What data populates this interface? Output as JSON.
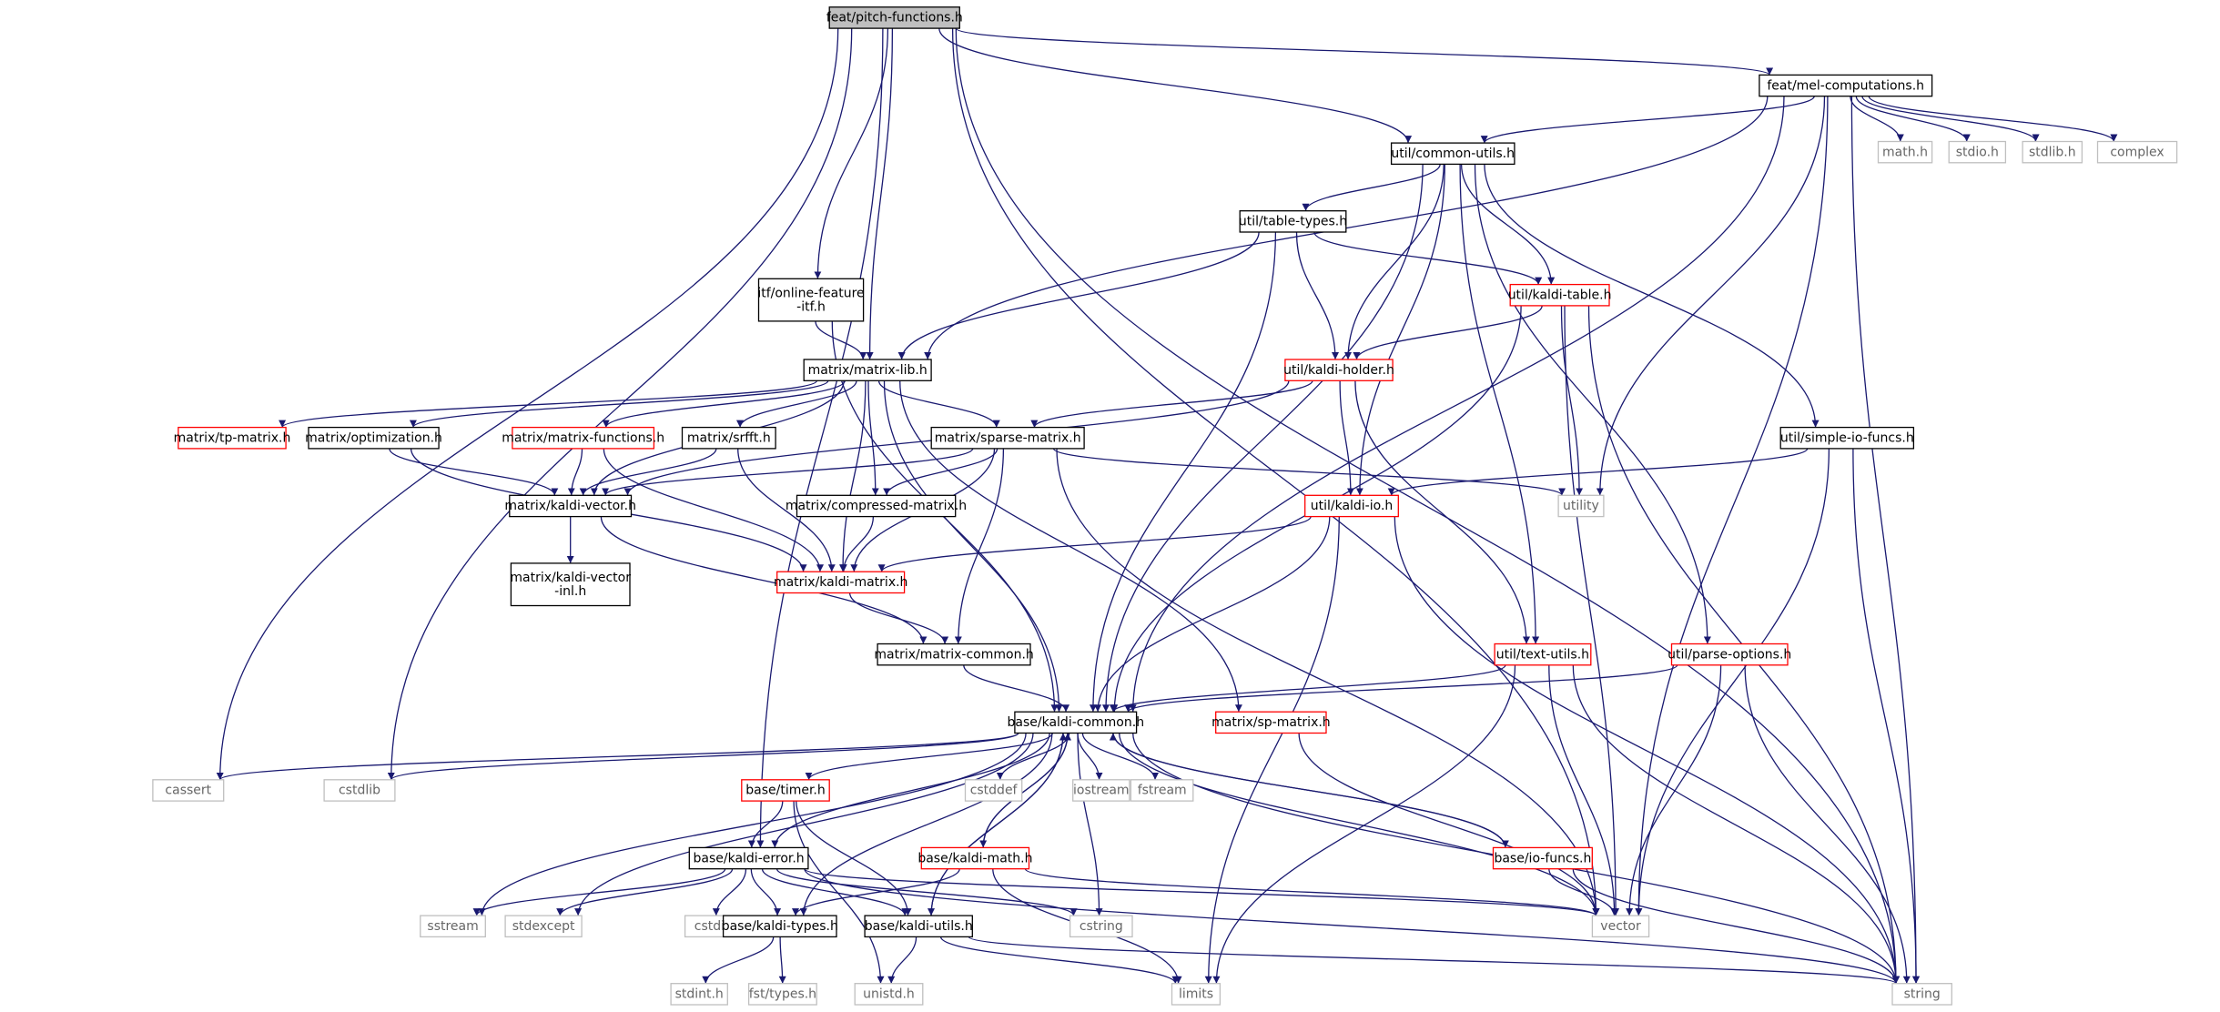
{
  "colors": {
    "edge": "#191970",
    "root_fill": "#bfbfbf",
    "black_border": "#000000",
    "red_border": "#ff0000",
    "gray_border": "#bfbfbf",
    "gray_text": "#666666"
  },
  "nodes": [
    {
      "id": "n0",
      "label": [
        "feat/pitch-functions.h"
      ],
      "kind": "root"
    },
    {
      "id": "n1",
      "label": [
        "feat/mel-computations.h"
      ],
      "kind": "black"
    },
    {
      "id": "n2",
      "label": [
        "util/common-utils.h"
      ],
      "kind": "black"
    },
    {
      "id": "n3",
      "label": [
        "itf/online-feature",
        "-itf.h"
      ],
      "kind": "black"
    },
    {
      "id": "n4",
      "label": [
        "matrix/matrix-lib.h"
      ],
      "kind": "black"
    },
    {
      "id": "n5",
      "label": [
        "math.h"
      ],
      "kind": "gray"
    },
    {
      "id": "n6",
      "label": [
        "stdio.h"
      ],
      "kind": "gray"
    },
    {
      "id": "n7",
      "label": [
        "stdlib.h"
      ],
      "kind": "gray"
    },
    {
      "id": "n8",
      "label": [
        "complex"
      ],
      "kind": "gray"
    },
    {
      "id": "n9",
      "label": [
        "util/table-types.h"
      ],
      "kind": "black"
    },
    {
      "id": "n10",
      "label": [
        "util/kaldi-table.h"
      ],
      "kind": "red"
    },
    {
      "id": "n11",
      "label": [
        "util/kaldi-holder.h"
      ],
      "kind": "red"
    },
    {
      "id": "n12",
      "label": [
        "util/simple-io-funcs.h"
      ],
      "kind": "black"
    },
    {
      "id": "n13",
      "label": [
        "matrix/tp-matrix.h"
      ],
      "kind": "red"
    },
    {
      "id": "n14",
      "label": [
        "matrix/optimization.h"
      ],
      "kind": "black"
    },
    {
      "id": "n15",
      "label": [
        "matrix/matrix-functions.h"
      ],
      "kind": "red"
    },
    {
      "id": "n16",
      "label": [
        "matrix/srfft.h"
      ],
      "kind": "black"
    },
    {
      "id": "n17",
      "label": [
        "matrix/sparse-matrix.h"
      ],
      "kind": "black"
    },
    {
      "id": "n18",
      "label": [
        "matrix/kaldi-vector.h"
      ],
      "kind": "black"
    },
    {
      "id": "n19",
      "label": [
        "matrix/compressed-matrix.h"
      ],
      "kind": "black"
    },
    {
      "id": "n20",
      "label": [
        "utility"
      ],
      "kind": "gray"
    },
    {
      "id": "n21",
      "label": [
        "util/kaldi-io.h"
      ],
      "kind": "red"
    },
    {
      "id": "n22",
      "label": [
        "matrix/kaldi-vector",
        "-inl.h"
      ],
      "kind": "black"
    },
    {
      "id": "n23",
      "label": [
        "matrix/kaldi-matrix.h"
      ],
      "kind": "red"
    },
    {
      "id": "n24",
      "label": [
        "matrix/matrix-common.h"
      ],
      "kind": "black"
    },
    {
      "id": "n25",
      "label": [
        "util/text-utils.h"
      ],
      "kind": "red"
    },
    {
      "id": "n26",
      "label": [
        "util/parse-options.h"
      ],
      "kind": "red"
    },
    {
      "id": "n27",
      "label": [
        "base/kaldi-common.h"
      ],
      "kind": "black"
    },
    {
      "id": "n28",
      "label": [
        "matrix/sp-matrix.h"
      ],
      "kind": "red"
    },
    {
      "id": "n29",
      "label": [
        "cassert"
      ],
      "kind": "gray"
    },
    {
      "id": "n30",
      "label": [
        "cstdlib"
      ],
      "kind": "gray"
    },
    {
      "id": "n31",
      "label": [
        "base/timer.h"
      ],
      "kind": "red"
    },
    {
      "id": "n32",
      "label": [
        "cstddef"
      ],
      "kind": "gray"
    },
    {
      "id": "n33",
      "label": [
        "iostream"
      ],
      "kind": "gray"
    },
    {
      "id": "n34",
      "label": [
        "fstream"
      ],
      "kind": "gray"
    },
    {
      "id": "n35",
      "label": [
        "base/kaldi-error.h"
      ],
      "kind": "black"
    },
    {
      "id": "n36",
      "label": [
        "base/kaldi-math.h"
      ],
      "kind": "red"
    },
    {
      "id": "n37",
      "label": [
        "base/io-funcs.h"
      ],
      "kind": "red"
    },
    {
      "id": "n38",
      "label": [
        "sstream"
      ],
      "kind": "gray"
    },
    {
      "id": "n39",
      "label": [
        "stdexcept"
      ],
      "kind": "gray"
    },
    {
      "id": "n40",
      "label": [
        "cstdio"
      ],
      "kind": "gray"
    },
    {
      "id": "n41",
      "label": [
        "base/kaldi-types.h"
      ],
      "kind": "black"
    },
    {
      "id": "n42",
      "label": [
        "base/kaldi-utils.h"
      ],
      "kind": "black"
    },
    {
      "id": "n43",
      "label": [
        "cstring"
      ],
      "kind": "gray"
    },
    {
      "id": "n44",
      "label": [
        "vector"
      ],
      "kind": "gray"
    },
    {
      "id": "n45",
      "label": [
        "stdint.h"
      ],
      "kind": "gray"
    },
    {
      "id": "n46",
      "label": [
        "fst/types.h"
      ],
      "kind": "gray"
    },
    {
      "id": "n47",
      "label": [
        "unistd.h"
      ],
      "kind": "gray"
    },
    {
      "id": "n48",
      "label": [
        "limits"
      ],
      "kind": "gray"
    },
    {
      "id": "n49",
      "label": [
        "string"
      ],
      "kind": "gray"
    }
  ],
  "edges": [
    [
      "n0",
      "n1"
    ],
    [
      "n0",
      "n2"
    ],
    [
      "n0",
      "n3"
    ],
    [
      "n0",
      "n4"
    ],
    [
      "n0",
      "n29"
    ],
    [
      "n0",
      "n30"
    ],
    [
      "n0",
      "n35"
    ],
    [
      "n0",
      "n44"
    ],
    [
      "n0",
      "n49"
    ],
    [
      "n1",
      "n2"
    ],
    [
      "n1",
      "n4"
    ],
    [
      "n1",
      "n5"
    ],
    [
      "n1",
      "n6"
    ],
    [
      "n1",
      "n7"
    ],
    [
      "n1",
      "n8"
    ],
    [
      "n1",
      "n20"
    ],
    [
      "n1",
      "n27"
    ],
    [
      "n1",
      "n44"
    ],
    [
      "n1",
      "n49"
    ],
    [
      "n2",
      "n9"
    ],
    [
      "n2",
      "n10"
    ],
    [
      "n2",
      "n11"
    ],
    [
      "n2",
      "n12"
    ],
    [
      "n2",
      "n21"
    ],
    [
      "n2",
      "n25"
    ],
    [
      "n2",
      "n26"
    ],
    [
      "n2",
      "n27"
    ],
    [
      "n3",
      "n4"
    ],
    [
      "n3",
      "n27"
    ],
    [
      "n4",
      "n13"
    ],
    [
      "n4",
      "n14"
    ],
    [
      "n4",
      "n15"
    ],
    [
      "n4",
      "n16"
    ],
    [
      "n4",
      "n17"
    ],
    [
      "n4",
      "n18"
    ],
    [
      "n4",
      "n19"
    ],
    [
      "n4",
      "n23"
    ],
    [
      "n4",
      "n27"
    ],
    [
      "n4",
      "n28"
    ],
    [
      "n9",
      "n4"
    ],
    [
      "n9",
      "n10"
    ],
    [
      "n9",
      "n11"
    ],
    [
      "n9",
      "n27"
    ],
    [
      "n10",
      "n11"
    ],
    [
      "n10",
      "n20"
    ],
    [
      "n10",
      "n27"
    ],
    [
      "n10",
      "n44"
    ],
    [
      "n10",
      "n49"
    ],
    [
      "n11",
      "n17"
    ],
    [
      "n11",
      "n18"
    ],
    [
      "n11",
      "n21"
    ],
    [
      "n11",
      "n25"
    ],
    [
      "n12",
      "n21"
    ],
    [
      "n12",
      "n44"
    ],
    [
      "n12",
      "n49"
    ],
    [
      "n14",
      "n18"
    ],
    [
      "n14",
      "n23"
    ],
    [
      "n15",
      "n18"
    ],
    [
      "n15",
      "n23"
    ],
    [
      "n16",
      "n18"
    ],
    [
      "n16",
      "n23"
    ],
    [
      "n17",
      "n18"
    ],
    [
      "n17",
      "n19"
    ],
    [
      "n17",
      "n20"
    ],
    [
      "n17",
      "n23"
    ],
    [
      "n17",
      "n24"
    ],
    [
      "n17",
      "n44"
    ],
    [
      "n18",
      "n22"
    ],
    [
      "n18",
      "n24"
    ],
    [
      "n19",
      "n23"
    ],
    [
      "n21",
      "n23"
    ],
    [
      "n21",
      "n27"
    ],
    [
      "n21",
      "n48"
    ],
    [
      "n21",
      "n49"
    ],
    [
      "n23",
      "n24"
    ],
    [
      "n24",
      "n27"
    ],
    [
      "n25",
      "n27"
    ],
    [
      "n25",
      "n44"
    ],
    [
      "n25",
      "n48"
    ],
    [
      "n25",
      "n49"
    ],
    [
      "n26",
      "n27"
    ],
    [
      "n26",
      "n44"
    ],
    [
      "n26",
      "n49"
    ],
    [
      "n27",
      "n29"
    ],
    [
      "n27",
      "n30"
    ],
    [
      "n27",
      "n31"
    ],
    [
      "n27",
      "n32"
    ],
    [
      "n27",
      "n33"
    ],
    [
      "n27",
      "n34"
    ],
    [
      "n27",
      "n35"
    ],
    [
      "n27",
      "n36"
    ],
    [
      "n27",
      "n37"
    ],
    [
      "n27",
      "n38"
    ],
    [
      "n27",
      "n39"
    ],
    [
      "n27",
      "n41"
    ],
    [
      "n27",
      "n42"
    ],
    [
      "n27",
      "n43"
    ],
    [
      "n27",
      "n44"
    ],
    [
      "n27",
      "n49"
    ],
    [
      "n28",
      "n44"
    ],
    [
      "n31",
      "n35"
    ],
    [
      "n31",
      "n42"
    ],
    [
      "n31",
      "n47"
    ],
    [
      "n35",
      "n38"
    ],
    [
      "n35",
      "n39"
    ],
    [
      "n35",
      "n40"
    ],
    [
      "n35",
      "n41"
    ],
    [
      "n35",
      "n42"
    ],
    [
      "n35",
      "n43"
    ],
    [
      "n35",
      "n44"
    ],
    [
      "n35",
      "n49"
    ],
    [
      "n36",
      "n27"
    ],
    [
      "n36",
      "n41"
    ],
    [
      "n36",
      "n44"
    ],
    [
      "n36",
      "n48"
    ],
    [
      "n37",
      "n27"
    ],
    [
      "n37",
      "n44"
    ],
    [
      "n37",
      "n49"
    ],
    [
      "n41",
      "n45"
    ],
    [
      "n41",
      "n46"
    ],
    [
      "n42",
      "n27"
    ],
    [
      "n42",
      "n47"
    ],
    [
      "n42",
      "n48"
    ],
    [
      "n42",
      "n49"
    ]
  ]
}
